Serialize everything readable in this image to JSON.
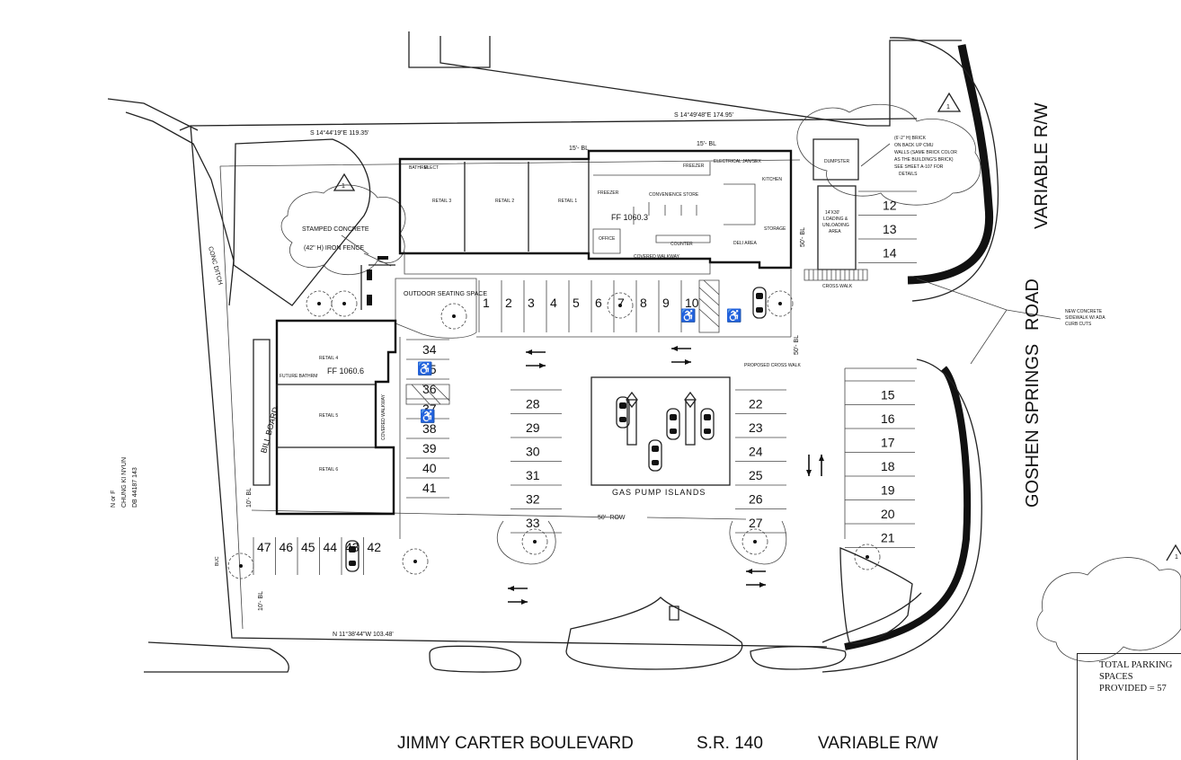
{
  "bearings": {
    "north_line": "S 14°49'48\"E 174.95'",
    "west_line": "S 14°44'19\"E 119.35'",
    "south_line": "N 11°38'44\"W 103.48'"
  },
  "setbacks": {
    "bl15_a": "15'- BL",
    "bl15_b": "15'- BL",
    "bl50_a": "50'- BL",
    "bl50_b": "50'- BL",
    "bl10_a": "10'- BL",
    "bl10_b": "10'- BL",
    "row50": "50'- ROW"
  },
  "revision_marker": "1",
  "annotations": {
    "stamped_concrete": "STAMPED CONCRETE",
    "iron_fence": "(42\" H) IRON FENCE",
    "outdoor_seating": "OUTDOOR SEATING SPACE",
    "brick_note": [
      "(6'-2\" H) BRICK",
      "ON BACK UP CMU",
      "WALLS (SAME BRICK COLOR",
      "AS THE BUILDING'S BRICK)",
      "SEE SHEET A-107 FOR",
      "DETAILS"
    ],
    "dumpster": "DUMPSTER",
    "loading_area": [
      "14'X30'",
      "LOADING &",
      "UNLOADING",
      "AREA"
    ],
    "cross_walk": "CROSS WALK",
    "proposed_cross_walk": "PROPOSED CROSS WALK",
    "sidewalk_note": [
      "NEW CONCRETE",
      "SIDEWALK W/ ADA",
      "CURB CUTS"
    ],
    "ditch": "CONC DITCH",
    "billboard": "BILL BOARD",
    "gas_pumps": "GAS PUMP ISLANDS",
    "covered_walkway": "COVERED WALKWAY",
    "covered_walkway_v": "COVERED WALKWAY",
    "owner": [
      "N  or  F",
      "CHUNG KI NYUN",
      "DB 44187  143"
    ],
    "buc": "BUC"
  },
  "north_building": {
    "retail_labels": [
      "RETAIL 3",
      "RETAIL 2",
      "RETAIL 1"
    ],
    "convenience_store": "CONVENIENCE STORE",
    "freezer_a": "FREEZER",
    "freezer_b": "FREEZER",
    "ff_elevation": "FF  1060.3",
    "counter": "COUNTER",
    "office": "OFFICE",
    "deli": "DELI AREA",
    "kitchen": "KITCHEN",
    "electrical": "ELECTRICAL",
    "janitor": "JAN/SEX",
    "storage": "STORAGE",
    "bathroom": "BATHRM",
    "elect": "ELECT"
  },
  "west_building": {
    "retail_labels": [
      "RETAIL 4",
      "RETAIL 5",
      "RETAIL 6"
    ],
    "ff_elevation": "FF  1060.6",
    "future_bath": "FUTURE BATHRM"
  },
  "parking": {
    "stalls_top": [
      "1",
      "2",
      "3",
      "4",
      "5",
      "6",
      "7",
      "8",
      "9",
      "10"
    ],
    "stalls_left_col": [
      "34",
      "35",
      "36",
      "37",
      "38",
      "39",
      "40",
      "41"
    ],
    "stalls_mid_left": [
      "28",
      "29",
      "30",
      "31",
      "32",
      "33"
    ],
    "stalls_mid_right": [
      "22",
      "23",
      "24",
      "25",
      "26",
      "27"
    ],
    "stalls_right": [
      "15",
      "16",
      "17",
      "18",
      "19",
      "20",
      "21"
    ],
    "stalls_loading": [
      "12",
      "13",
      "14"
    ],
    "stalls_bottom": [
      "47",
      "46",
      "45",
      "44",
      "43",
      "42"
    ]
  },
  "roads": {
    "east": [
      "GOSHEN SPRINGS",
      "ROAD",
      "VARIABLE R/W"
    ],
    "south": [
      "JIMMY CARTER BOULEVARD",
      "S.R. 140",
      "VARIABLE R/W"
    ]
  },
  "summary": {
    "line1": "TOTAL PARKING",
    "line2": "SPACES",
    "line3": "PROVIDED = 57"
  }
}
